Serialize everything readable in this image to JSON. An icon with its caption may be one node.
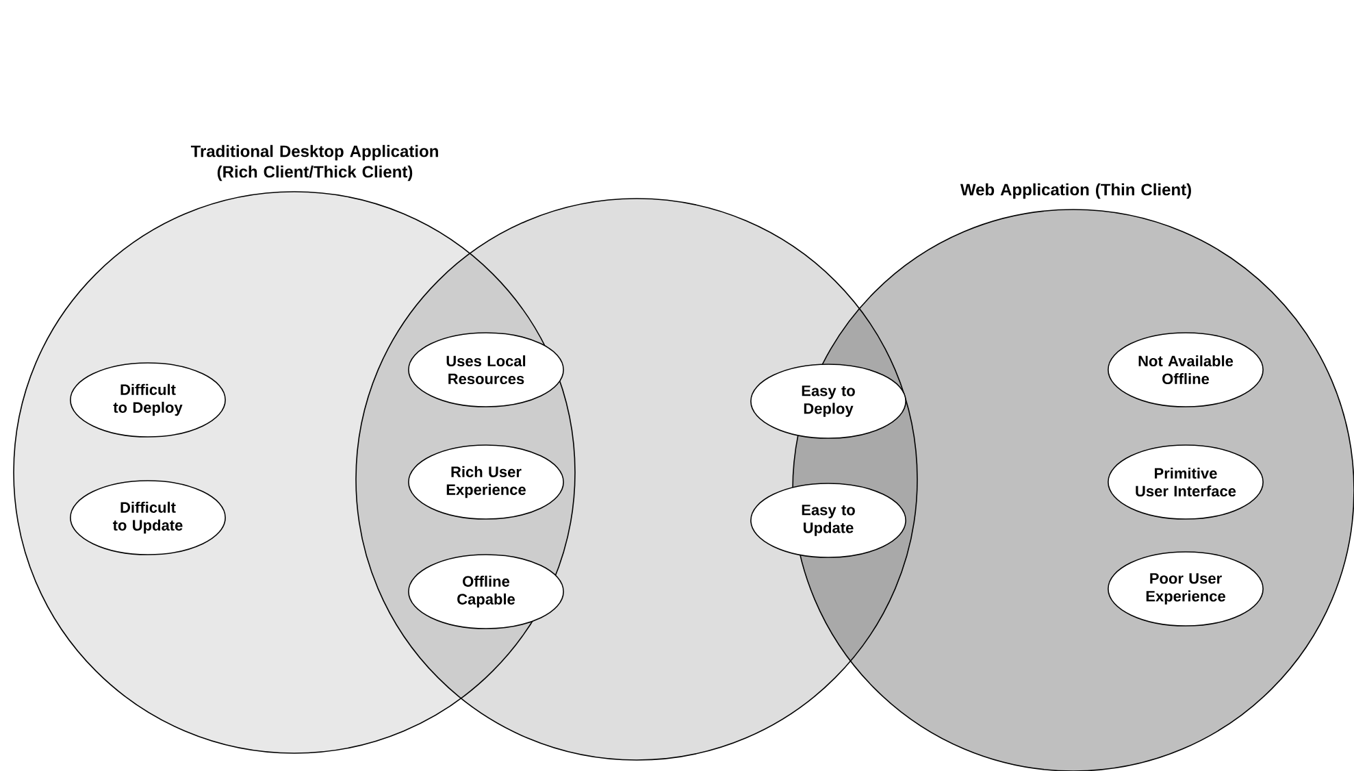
{
  "diagram": {
    "nodes": [
      {
        "text": [
          "Traditional Desktop Application (Rich Client/Thick Client)"
        ]
      },
      {
        "text": [],
        "shape": "circle"
      },
      {
        "text": [
          "Web Application (Thin Client)"
        ]
      },
      {
        "text": [
          "Difficult to Deploy"
        ],
        "in": 0
      },
      {
        "text": [
          "Difficult to Update"
        ],
        "in": 0
      },
      {
        "text": [
          "Uses Local Resources"
        ]
      },
      {
        "text": [
          "Rich User Experience"
        ]
      },
      {
        "text": [
          "Offline Capable"
        ]
      },
      {
        "text": [
          "Easy to Deploy"
        ],
        "in": 1
      },
      {
        "text": [
          "Easy to Update"
        ],
        "in": 1
      },
      {
        "text": [
          "Not Available Offline"
        ],
        "in": 2
      },
      {
        "text": [
          "Primitive User Interface"
        ],
        "in": 2
      },
      {
        "text": [
          "Poor User Experience"
        ],
        "in": 2
      }
    ]
  }
}
